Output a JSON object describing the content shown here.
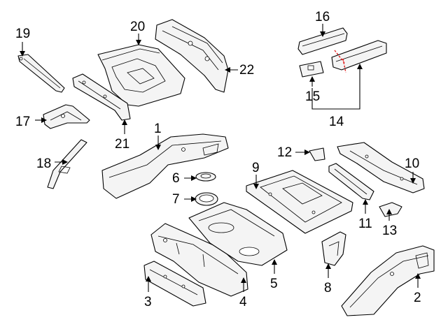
{
  "callouts": {
    "c1": "1",
    "c2": "2",
    "c3": "3",
    "c4": "4",
    "c5": "5",
    "c6": "6",
    "c7": "7",
    "c8": "8",
    "c9": "9",
    "c10": "10",
    "c11": "11",
    "c12": "12",
    "c13": "13",
    "c14": "14",
    "c15": "15",
    "c16": "16",
    "c17": "17",
    "c18": "18",
    "c19": "19",
    "c20": "20",
    "c21": "21",
    "c22": "22"
  },
  "colors": {
    "line": "#000000",
    "cut_mark": "#e02020",
    "fill": "#f4f4f4"
  },
  "icons": {
    "arrowhead": "arrow-icon"
  }
}
